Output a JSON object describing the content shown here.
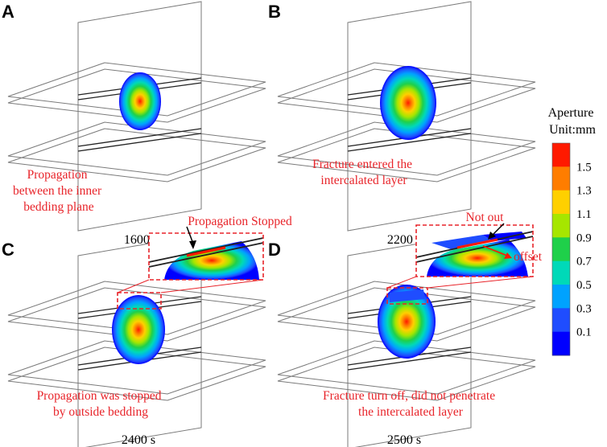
{
  "panels": [
    {
      "letter": "A",
      "caption": [
        "Propagation",
        "between the inner",
        "bedding plane"
      ],
      "time": "1600 s"
    },
    {
      "letter": "B",
      "caption": [
        "Fracture entered the",
        "intercalated layer"
      ],
      "time": "2200 s"
    },
    {
      "letter": "C",
      "caption": [
        "Propagation was stopped",
        "by outside bedding"
      ],
      "time": "2400 s",
      "callout": "Propagation Stopped"
    },
    {
      "letter": "D",
      "caption": [
        "Fracture turn off, did not penetrate",
        "the intercalated layer"
      ],
      "time": "2500 s",
      "callouts": [
        "Not out",
        "offset"
      ]
    }
  ],
  "colorbar": {
    "title": [
      "Aperture",
      "Unit:mm"
    ],
    "ticks": [
      "1.5",
      "1.3",
      "1.1",
      "0.9",
      "0.7",
      "0.5",
      "0.3",
      "0.1"
    ],
    "colors": [
      "#ff1a00",
      "#ff7d00",
      "#ffd000",
      "#a6e600",
      "#1fd04a",
      "#00d9b8",
      "#00a2ff",
      "#1f4dff",
      "#0000ff"
    ]
  },
  "palette": {
    "caption_red": "#e8242a",
    "frame_gray": "#7a7a7a"
  }
}
